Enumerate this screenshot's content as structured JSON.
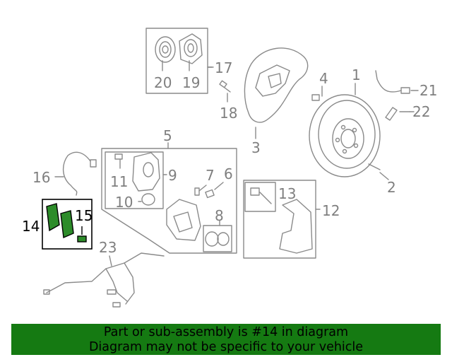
{
  "diagram": {
    "callouts": [
      {
        "id": "1",
        "label": "1"
      },
      {
        "id": "2",
        "label": "2"
      },
      {
        "id": "3",
        "label": "3"
      },
      {
        "id": "4",
        "label": "4"
      },
      {
        "id": "5",
        "label": "5"
      },
      {
        "id": "6",
        "label": "6"
      },
      {
        "id": "7",
        "label": "7"
      },
      {
        "id": "8",
        "label": "8"
      },
      {
        "id": "9",
        "label": "9"
      },
      {
        "id": "10",
        "label": "10"
      },
      {
        "id": "11",
        "label": "11"
      },
      {
        "id": "12",
        "label": "12"
      },
      {
        "id": "13",
        "label": "13"
      },
      {
        "id": "14",
        "label": "14"
      },
      {
        "id": "15",
        "label": "15"
      },
      {
        "id": "16",
        "label": "16"
      },
      {
        "id": "17",
        "label": "17"
      },
      {
        "id": "18",
        "label": "18"
      },
      {
        "id": "19",
        "label": "19"
      },
      {
        "id": "20",
        "label": "20"
      },
      {
        "id": "21",
        "label": "21"
      },
      {
        "id": "22",
        "label": "22"
      },
      {
        "id": "23",
        "label": "23"
      }
    ],
    "highlighted_callout": "14",
    "colors": {
      "line": "#8a8a8a",
      "highlight": "#000000",
      "part_fill": "#2d8c2a",
      "banner": "#157a12"
    }
  },
  "banner": {
    "line1": "Part or sub-assembly is #14 in diagram",
    "line2": "Diagram may not be specific to your vehicle"
  }
}
